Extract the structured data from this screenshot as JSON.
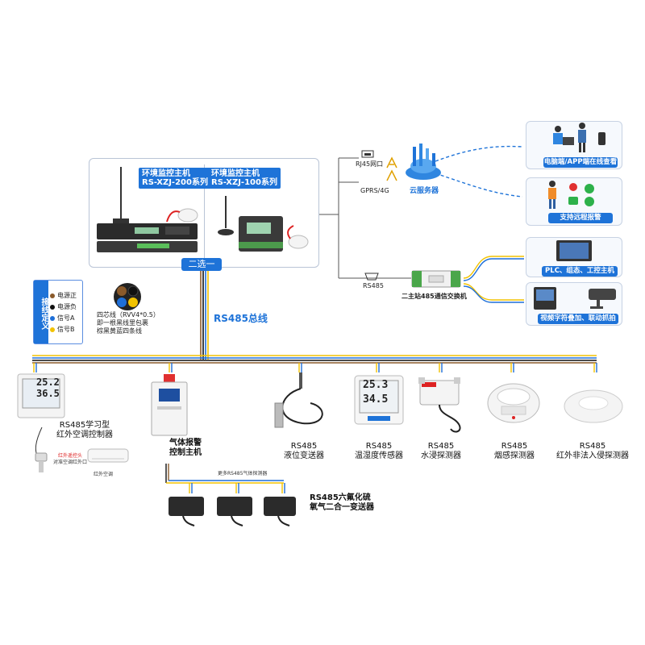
{
  "host": {
    "title_200_line1": "环境监控主机",
    "title_200_line2": "RS-XZJ-200系列",
    "title_100_line1": "环境监控主机",
    "title_100_line2": "RS-XZJ-100系列",
    "select_tag": "二选一"
  },
  "network": {
    "rj45": "RJ45网口",
    "gprs": "GPRS/4G",
    "cloud": "云服务器",
    "rs485_port": "RS485",
    "switch_label": "二主站485通信交换机"
  },
  "panels": {
    "pc_app": "电脑端/APP端在线查看",
    "remote_alarm": "支持远程报警",
    "plc": "PLC、组态、工控主机",
    "video": "视频字符叠加、联动抓拍"
  },
  "bus_label": "RS485总线",
  "legend": {
    "title": "接线定义",
    "items": [
      {
        "label": "电源正",
        "color": "#8a5a2b"
      },
      {
        "label": "电源负",
        "color": "#111111"
      },
      {
        "label": "信号A",
        "color": "#1e6fd8"
      },
      {
        "label": "信号B",
        "color": "#f2c200"
      }
    ]
  },
  "cable_note": {
    "line1": "四芯线（RVV4*0.5）",
    "line2": "即一根黑线里包裹",
    "line3": "棕黑黄蓝四条线"
  },
  "devices": {
    "ir_controller_line1": "RS485学习型",
    "ir_controller_line2": "红外空调控制器",
    "ir_probe": "红外遥控头",
    "ir_probe_sub": "对准空调红外口",
    "ac": "红外空调",
    "gas_host_line1": "气体报警",
    "gas_host_line2": "控制主机",
    "more_gas": "更多RS485气体探测器",
    "sf6_line1": "RS485六氟化硫",
    "sf6_line2": "氧气二合一变送器",
    "liquid_line1": "RS485",
    "liquid_line2": "液位变送器",
    "th_line1": "RS485",
    "th_line2": "温湿度传感器",
    "water_line1": "RS485",
    "water_line2": "水浸探测器",
    "smoke_line1": "RS485",
    "smoke_line2": "烟感探测器",
    "pir_line1": "RS485",
    "pir_line2": "红外非法入侵探测器",
    "th_temp": "25.3",
    "th_hum": "34.5",
    "ir_temp": "25.2",
    "ir_hum": "36.5"
  }
}
